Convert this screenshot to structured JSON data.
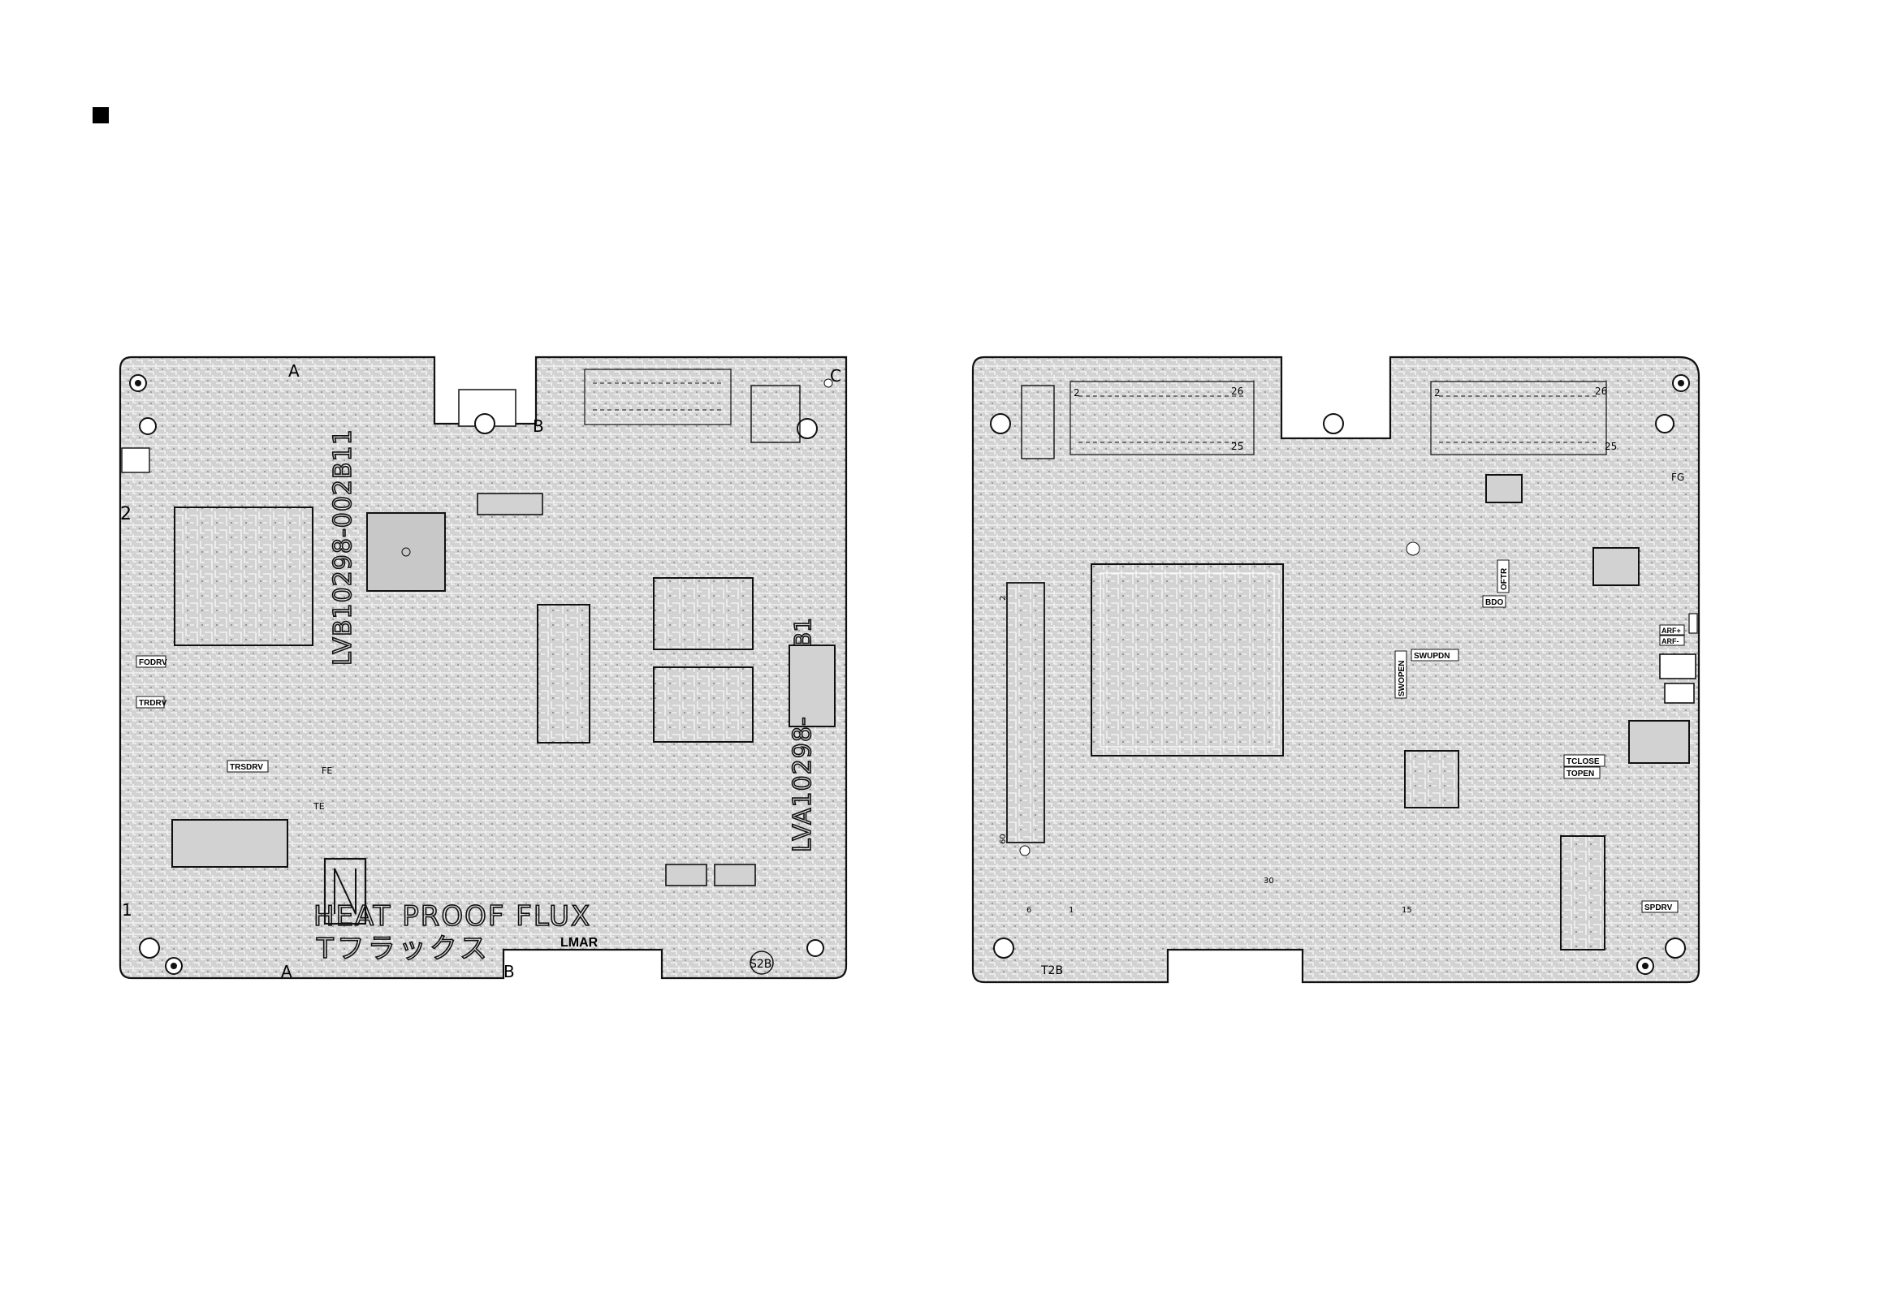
{
  "section_marker": "■",
  "boards": {
    "left": {
      "corner_marks": {
        "a_top": "A",
        "b_top": "B",
        "c_top": "C",
        "a_bottom": "A",
        "b_bottom": "B"
      },
      "pin_labels": {
        "two": "2",
        "one": "1",
        "b1": "B1"
      },
      "part_number_vertical": "LVB10298-002B11",
      "part_number_right": "LVA10298-",
      "heat_proof": "HEAT PROOF FLUX",
      "flux_jp": "Tフラックス",
      "n_mark": "N",
      "lmark": "LMAR",
      "side_code": "S2B",
      "test_points": [
        "FODRV",
        "TRDRV",
        "TRSDRV"
      ],
      "fe_label": "FE",
      "te_label": "TE"
    },
    "right": {
      "connector_pins": {
        "pin2": "2",
        "pin26": "26",
        "pin25": "25",
        "pin2b": "2",
        "pin26b": "26",
        "pin25b": "25"
      },
      "fg": "FG",
      "test_points": [
        "SWUPDN",
        "SWOPEN",
        "TCLOSE",
        "TOPEN",
        "SPDRV",
        "ARF+",
        "ARF-",
        "BDO",
        "OFTR"
      ],
      "side_code": "T2B",
      "misc_pins": {
        "p6": "6",
        "p1": "1",
        "p30": "30",
        "p15": "15",
        "p60": "60",
        "p2": "2"
      }
    }
  }
}
